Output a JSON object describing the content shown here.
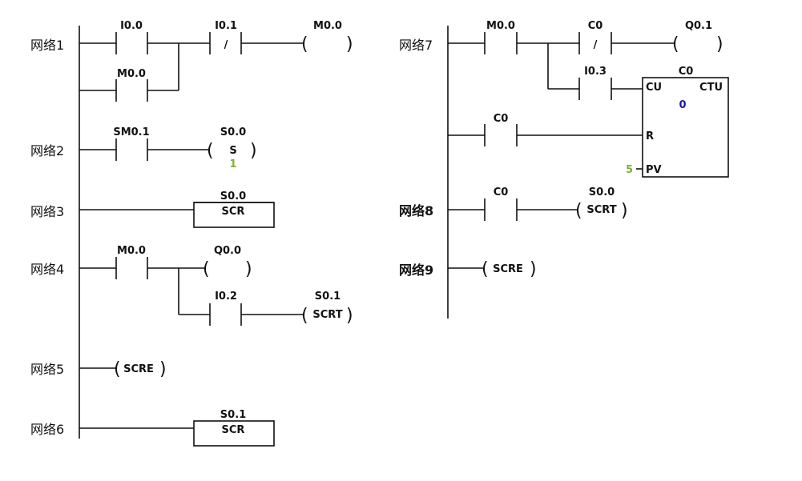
{
  "networks": {
    "n1": "网络1",
    "n2": "网络2",
    "n3": "网络3",
    "n4": "网络4",
    "n5": "网络5",
    "n6": "网络6",
    "n7": "网络7",
    "n8": "网络8",
    "n9": "网络9"
  },
  "net1": {
    "contact_a": "I0.0",
    "contact_b": "I0.1",
    "contact_b_mark": "/",
    "coil": "M0.0",
    "parallel": "M0.0"
  },
  "net2": {
    "contact": "SM0.1",
    "coil": "S0.0",
    "coil_type": "S",
    "count": "1"
  },
  "net3": {
    "box_label": "S0.0",
    "box_text": "SCR"
  },
  "net4": {
    "contact": "M0.0",
    "coil": "Q0.0",
    "branch_contact": "I0.2",
    "branch_coil": "S0.1",
    "branch_coil_type": "SCRT"
  },
  "net5": {
    "coil": "SCRE"
  },
  "net6": {
    "box_label": "S0.1",
    "box_text": "SCR"
  },
  "net7": {
    "contact_a": "M0.0",
    "contact_b": "C0",
    "contact_b_mark": "/",
    "coil": "Q0.1",
    "branch_contact": "I0.3",
    "reset_contact": "C0",
    "counter": {
      "name": "C0",
      "type": "CTU",
      "cu": "CU",
      "r": "R",
      "pv": "PV",
      "current": "0",
      "preset": "5"
    }
  },
  "net8": {
    "contact": "C0",
    "coil": "S0.0",
    "coil_type": "SCRT"
  },
  "net9": {
    "coil": "SCRE"
  },
  "symbols": {
    "paren_open": "(",
    "paren_close": ")"
  },
  "colors": {
    "line": "#111111",
    "value_green": "#7fb03c",
    "value_blue": "#1a1aa0"
  }
}
